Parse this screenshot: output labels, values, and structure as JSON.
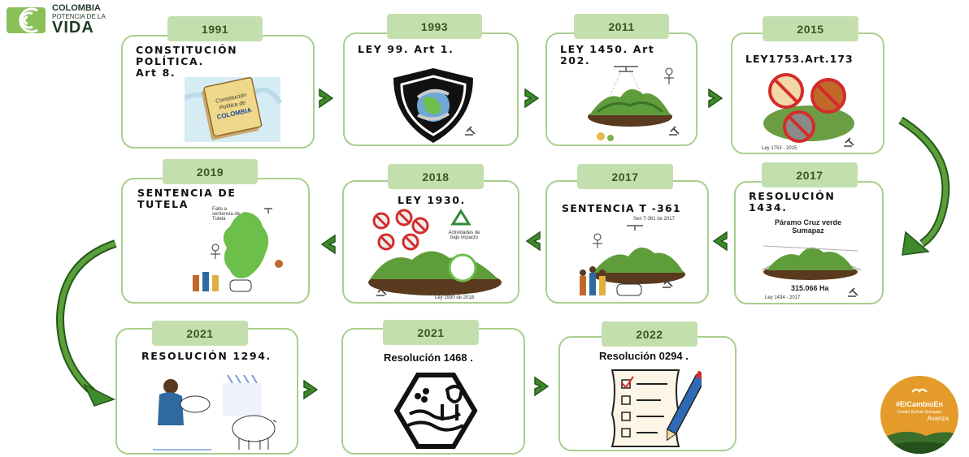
{
  "logo": {
    "line1": "COLOMBIA",
    "line2": "POTENCIA DE LA",
    "line3": "VIDA"
  },
  "badge": {
    "text1": "#ElCambioEn",
    "text2": "Ciudad Bolívar Sumapaz",
    "text3": "Avanza"
  },
  "cards": [
    {
      "year": "1991",
      "title": "CONSTITUCIÓN\nPOLÍTICA.\nArt 8.",
      "book_label": "Constitución Política de COLOMBIA"
    },
    {
      "year": "1993",
      "title": "LEY 99. Art 1."
    },
    {
      "year": "2011",
      "title": "LEY 1450. Art\n202."
    },
    {
      "year": "2015",
      "title": "LEY1753.Art.173",
      "caption": "Ley 1753 - 2015"
    },
    {
      "year": "2017",
      "title": "RESOLUCIÓN\n1434.",
      "subtitle": "Páramo Cruz verde\nSumapaz",
      "area": "315.066 Ha",
      "caption": "Ley 1434 - 2017"
    },
    {
      "year": "2017",
      "title": "SENTENCIA T -361",
      "caption": "Sen T-361 de 2017"
    },
    {
      "year": "2018",
      "title": "LEY 1930.",
      "caption": "Ley 1930 de 2018",
      "bubble": "Actividades de bajo impacto"
    },
    {
      "year": "2019",
      "title": "SENTENCIA DE\nTUTELA",
      "note": "Fallo a sentencia de Tutela"
    },
    {
      "year": "2021",
      "title": "RESOLUCIÓN 1294."
    },
    {
      "year": "2021",
      "title": "Resolución 1468 ."
    },
    {
      "year": "2022",
      "title": "Resolución 0294 ."
    }
  ],
  "colors": {
    "card_border": "#a9cf8d",
    "year_bg": "#c4dfae",
    "arrow": "#3f8a2a",
    "text": "#111111"
  }
}
